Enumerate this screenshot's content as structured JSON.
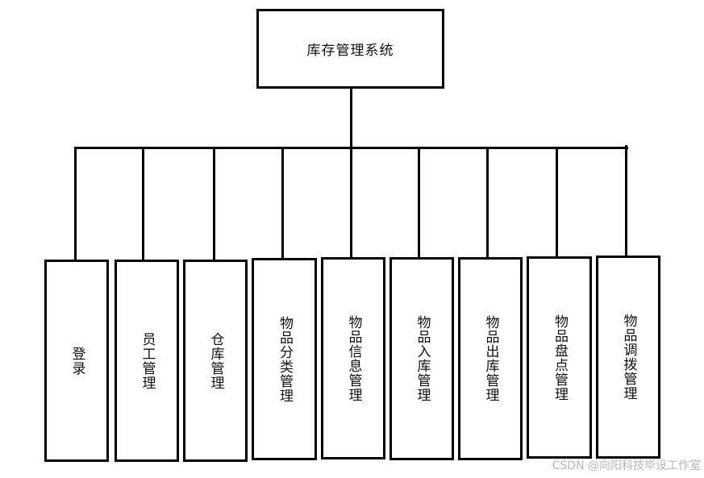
{
  "root": {
    "label": "库存管理系统"
  },
  "children": [
    {
      "label": "登录"
    },
    {
      "label": "员工管理"
    },
    {
      "label": "仓库管理"
    },
    {
      "label": "物品分类管理"
    },
    {
      "label": "物品信息管理"
    },
    {
      "label": "物品入库管理"
    },
    {
      "label": "物品出库管理"
    },
    {
      "label": "物品盘点管理"
    },
    {
      "label": "物品调拨管理"
    }
  ],
  "watermark": "CSDN @向阳科技毕设工作室"
}
